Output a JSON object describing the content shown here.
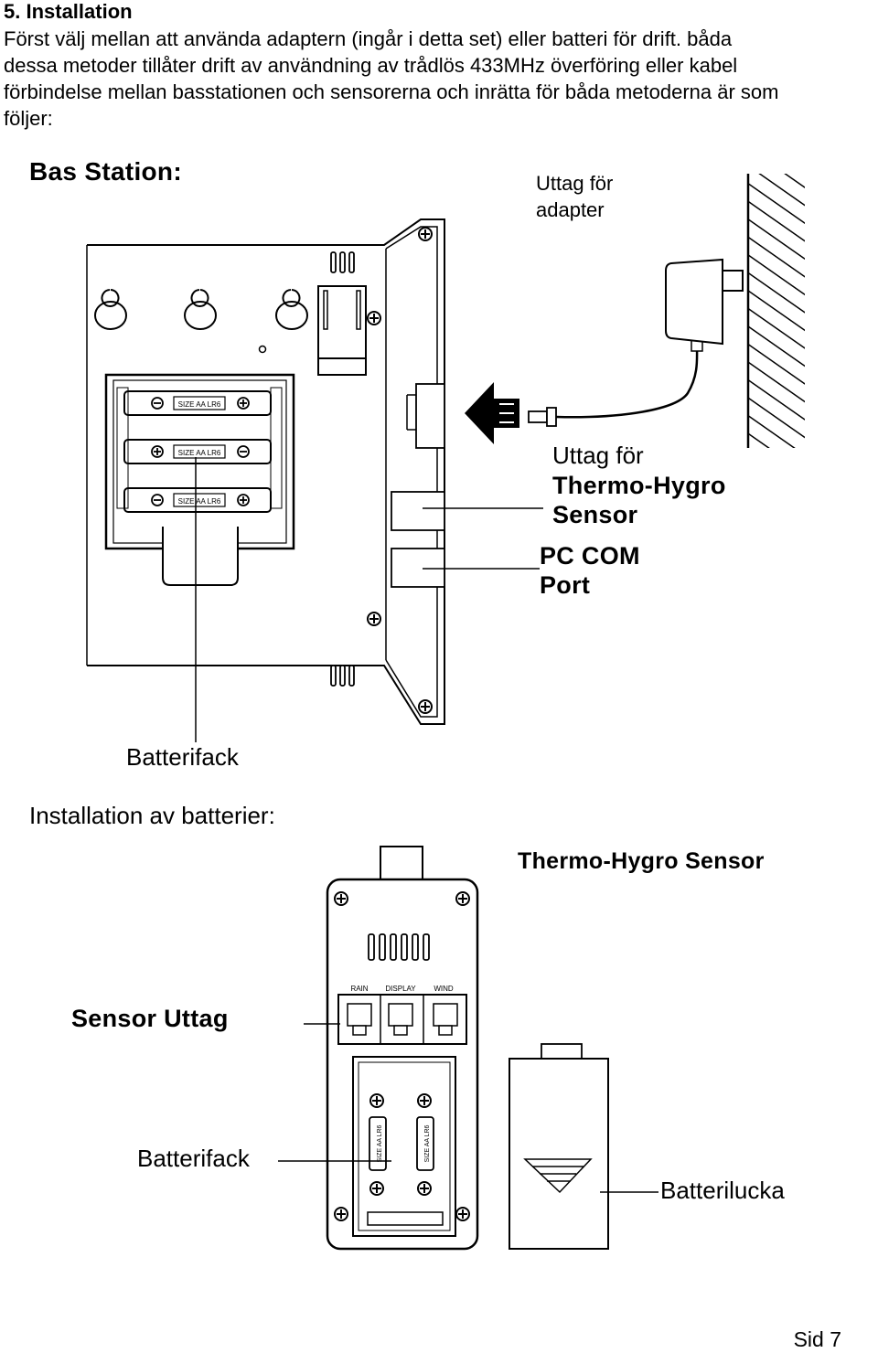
{
  "heading": "5. Installation",
  "intro_lines": [
    "Först välj mellan att använda adaptern (ingår i detta set) eller batteri för drift. båda",
    "dessa metoder tillåter drift av användning av trådlös 433MHz överföring eller kabel",
    "förbindelse mellan basstationen och sensorerna och inrätta för båda metoderna är som",
    "följer:"
  ],
  "base_station": {
    "title": "Bas   Station:",
    "adapter_label": [
      "Uttag för",
      "adapter"
    ],
    "thermo_label": [
      "Uttag för",
      "Thermo-Hygro",
      "Sensor"
    ],
    "pc_label": [
      "PC COM",
      "Port"
    ],
    "battery_label": "Batterifack",
    "battery_marking": "SIZE AA LR6"
  },
  "battery_install": {
    "title": "Installation av batterier:",
    "sensor_title": "Thermo-Hygro Sensor",
    "sensor_outlet_label": "Sensor  Uttag",
    "port_labels": [
      "RAIN",
      "DISPLAY",
      "WIND"
    ],
    "battery_label": "Batterifack",
    "lid_label": "Batterilucka",
    "battery_marking": "SIZE AA LR6"
  },
  "page_number": "Sid 7"
}
